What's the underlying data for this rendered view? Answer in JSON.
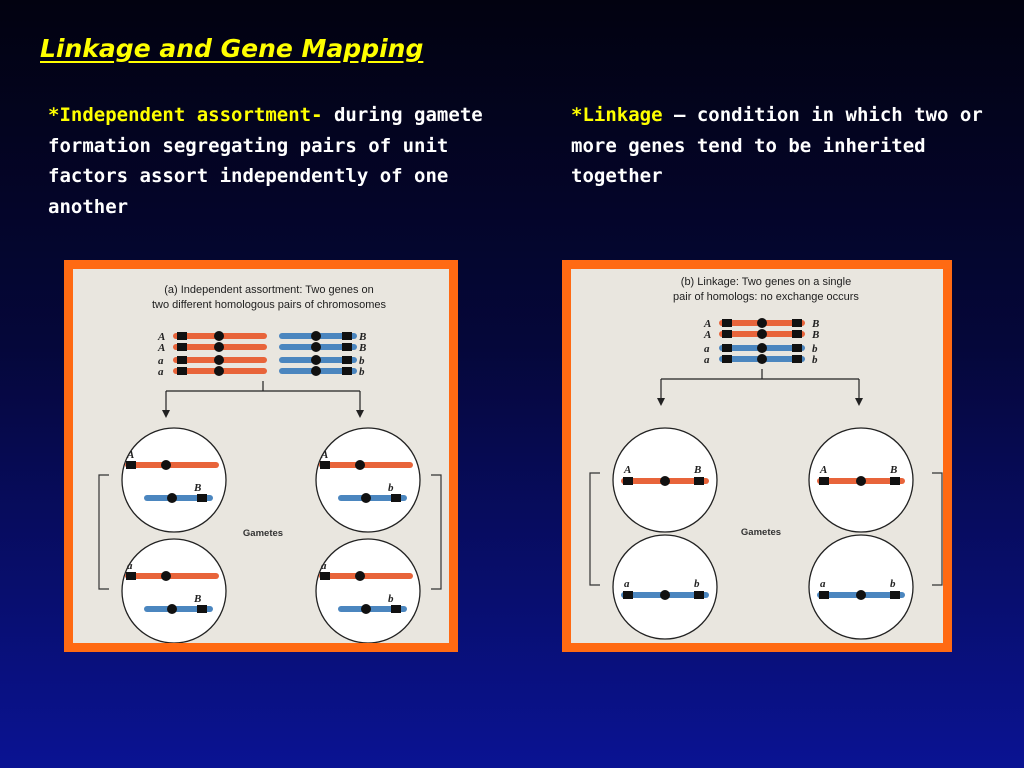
{
  "title": "Linkage and Gene Mapping",
  "left_definition": {
    "term": "*Independent assortment-",
    "text": " during gamete formation segregating pairs of unit factors assort independently of one another"
  },
  "right_definition": {
    "term": "*Linkage",
    "text": " – condition in which two or more genes tend to be inherited together"
  },
  "figure_a": {
    "caption_line1": "(a)  Independent assortment: Two genes on",
    "caption_line2": "two different homologous pairs of chromosomes",
    "gametes_label": "Gametes",
    "parent_labels_left": [
      "A",
      "A",
      "a",
      "a"
    ],
    "parent_labels_right": [
      "B",
      "B",
      "b",
      "b"
    ],
    "gamete_labels": [
      {
        "first": "A",
        "second": "B"
      },
      {
        "first": "A",
        "second": "b"
      },
      {
        "first": "a",
        "second": "B"
      },
      {
        "first": "a",
        "second": "b"
      }
    ]
  },
  "figure_b": {
    "caption_line1": "(b)  Linkage: Two genes on a single",
    "caption_line2": "pair of homologs: no exchange occurs",
    "gametes_label": "Gametes",
    "parent_labels_left": [
      "A",
      "A",
      "a",
      "a"
    ],
    "parent_labels_right": [
      "B",
      "B",
      "b",
      "b"
    ],
    "gamete_labels": [
      {
        "first": "A",
        "second": "B"
      },
      {
        "first": "A",
        "second": "B"
      },
      {
        "first": "a",
        "second": "b"
      },
      {
        "first": "a",
        "second": "b"
      }
    ]
  },
  "colors": {
    "title": "#ffff00",
    "term": "#ffff00",
    "body_text": "#ffffff",
    "panel_frame": "#ff6a13",
    "panel_fill": "#e9e6df",
    "chromosome_orange": "#e8643a",
    "chromosome_blue": "#4b86bf"
  }
}
